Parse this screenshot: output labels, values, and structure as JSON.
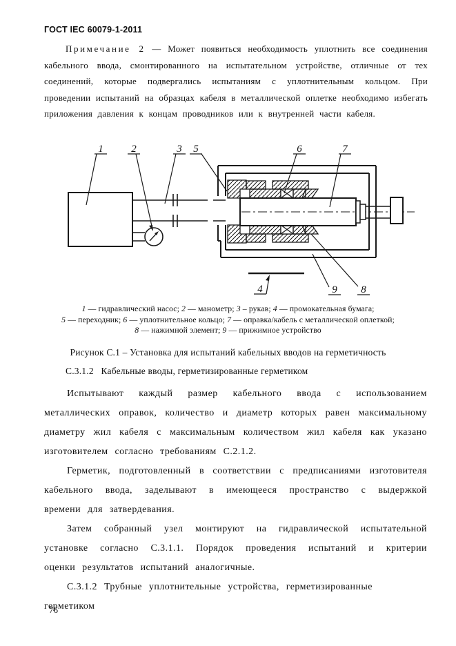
{
  "doc": {
    "header": "ГОСТ IEC 60079-1-2011",
    "page_number": "76"
  },
  "note": {
    "prefix": "Примечание 2",
    "body": "— Может появиться необходимость уплотнить все соединения кабельного ввода, смонтированного на испытательном устройстве, отличные от тех соединений, которые подвергались испытаниям с уплотнительным кольцом. При проведении испытаний на образцах кабеля в металлической оплетке необходимо избегать приложения давления к концам проводников или к внутренней части кабеля."
  },
  "figure": {
    "callouts": {
      "n1": "1",
      "n2": "2",
      "n3": "3",
      "n4": "4",
      "n5": "5",
      "n6": "6",
      "n7": "7",
      "n8": "8",
      "n9": "9"
    },
    "legend_lines": [
      "1 — гидравлический насос; 2 — манометр; 3 – рукав; 4 — промокательная бумага;",
      "5 — переходник; 6 — уплотнительное кольцо; 7 — оправка/кабель с металлической оплеткой;",
      "8 — нажимной элемент; 9 — прижимное устройство"
    ],
    "caption": "Рисунок С.1 – Установка для испытаний кабельных вводов на герметичность"
  },
  "sections": {
    "heading_cable_glands": "С.3.1.2   Кабельные вводы, герметизированные герметиком",
    "para_test_sizes": "Испытывают  каждый размер кабельного ввода с использованием металлических оправок, количество и диаметр которых равен максимальному диаметру жил кабеля с максимальным количеством жил кабеля как указано изготовителем согласно требованиям С.2.1.2.",
    "para_sealant": "Герметик, подготовленный в соответствии с предписаниями изготовителя кабельного ввода, заделывают в имеющееся пространство с выдержкой времени для затвердевания.",
    "para_assembly": "Затем собранный узел монтируют на гидравлической испытательной установке согласно С.3.1.1. Порядок проведения испытаний и критерии оценки результатов испытаний аналогичные.",
    "heading_pipe_seals": "С.3.1.2 Трубные уплотнительные устройства, герметизированные герметиком"
  }
}
